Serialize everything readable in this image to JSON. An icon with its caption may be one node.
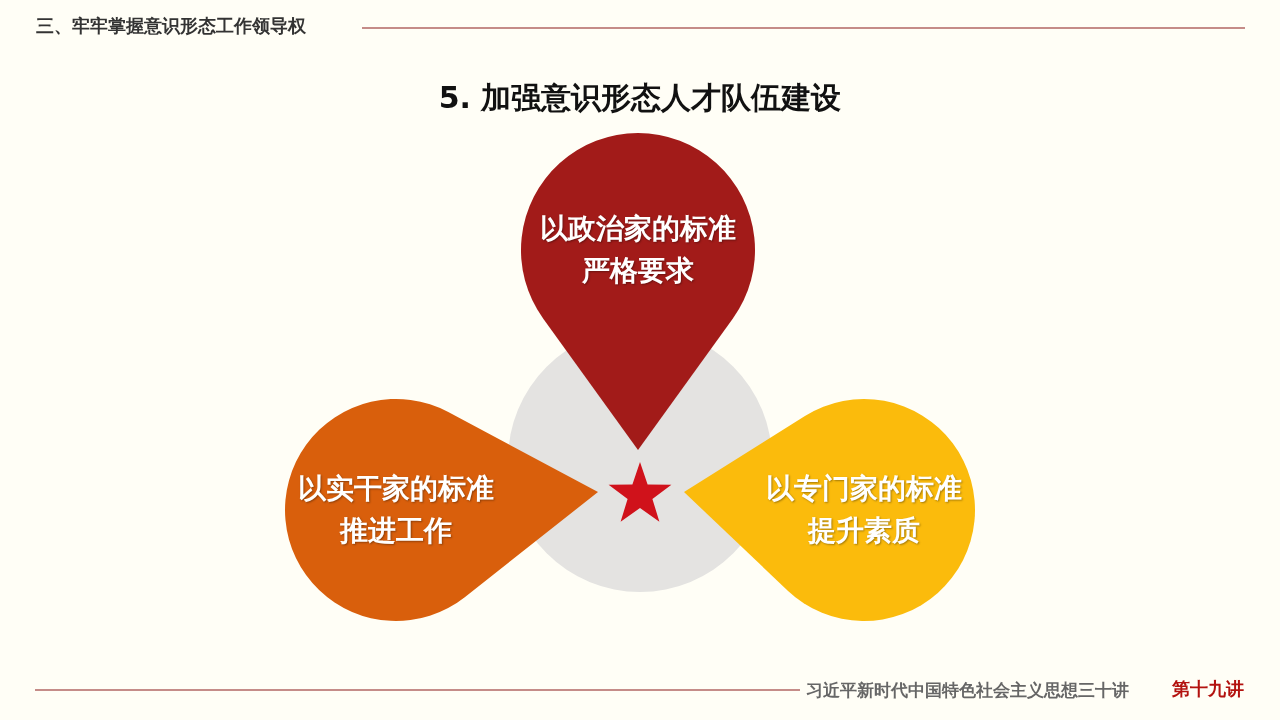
{
  "diagram": {
    "title": "5. 加强意识形态人才队伍建设",
    "nodes": [
      {
        "text": [
          "以政治家的标准严格要求"
        ]
      },
      {
        "text": [
          "以实干家的标准推进工作"
        ]
      },
      {
        "text": [
          "以专门家的标准提升素质"
        ]
      },
      {
        "text": [],
        "shape": "star"
      }
    ],
    "labels": [
      "三、牢牢掌握意识形态工作领导权",
      "习近平新时代中国特色社会主义思想三十讲",
      "第十九讲"
    ]
  }
}
